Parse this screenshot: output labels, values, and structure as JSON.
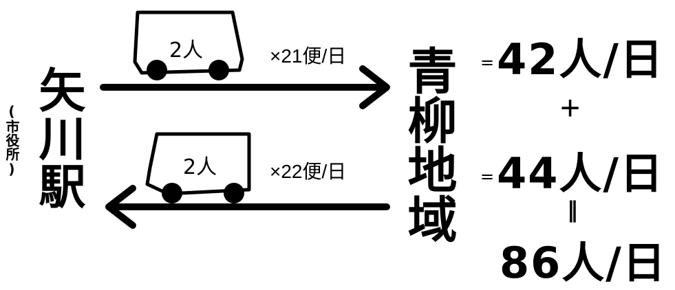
{
  "station": {
    "name": "矢川駅",
    "note": "(市役所)"
  },
  "destination": {
    "name": "青柳地域"
  },
  "outbound": {
    "passengers": "2人",
    "frequency": "×21便/日",
    "result": "42人/日"
  },
  "inbound": {
    "passengers": "2人",
    "frequency": "×22便/日",
    "result": "44人/日"
  },
  "operators": {
    "plus": "+",
    "equals": "=",
    "result_equals": "‖"
  },
  "total": "86人/日"
}
